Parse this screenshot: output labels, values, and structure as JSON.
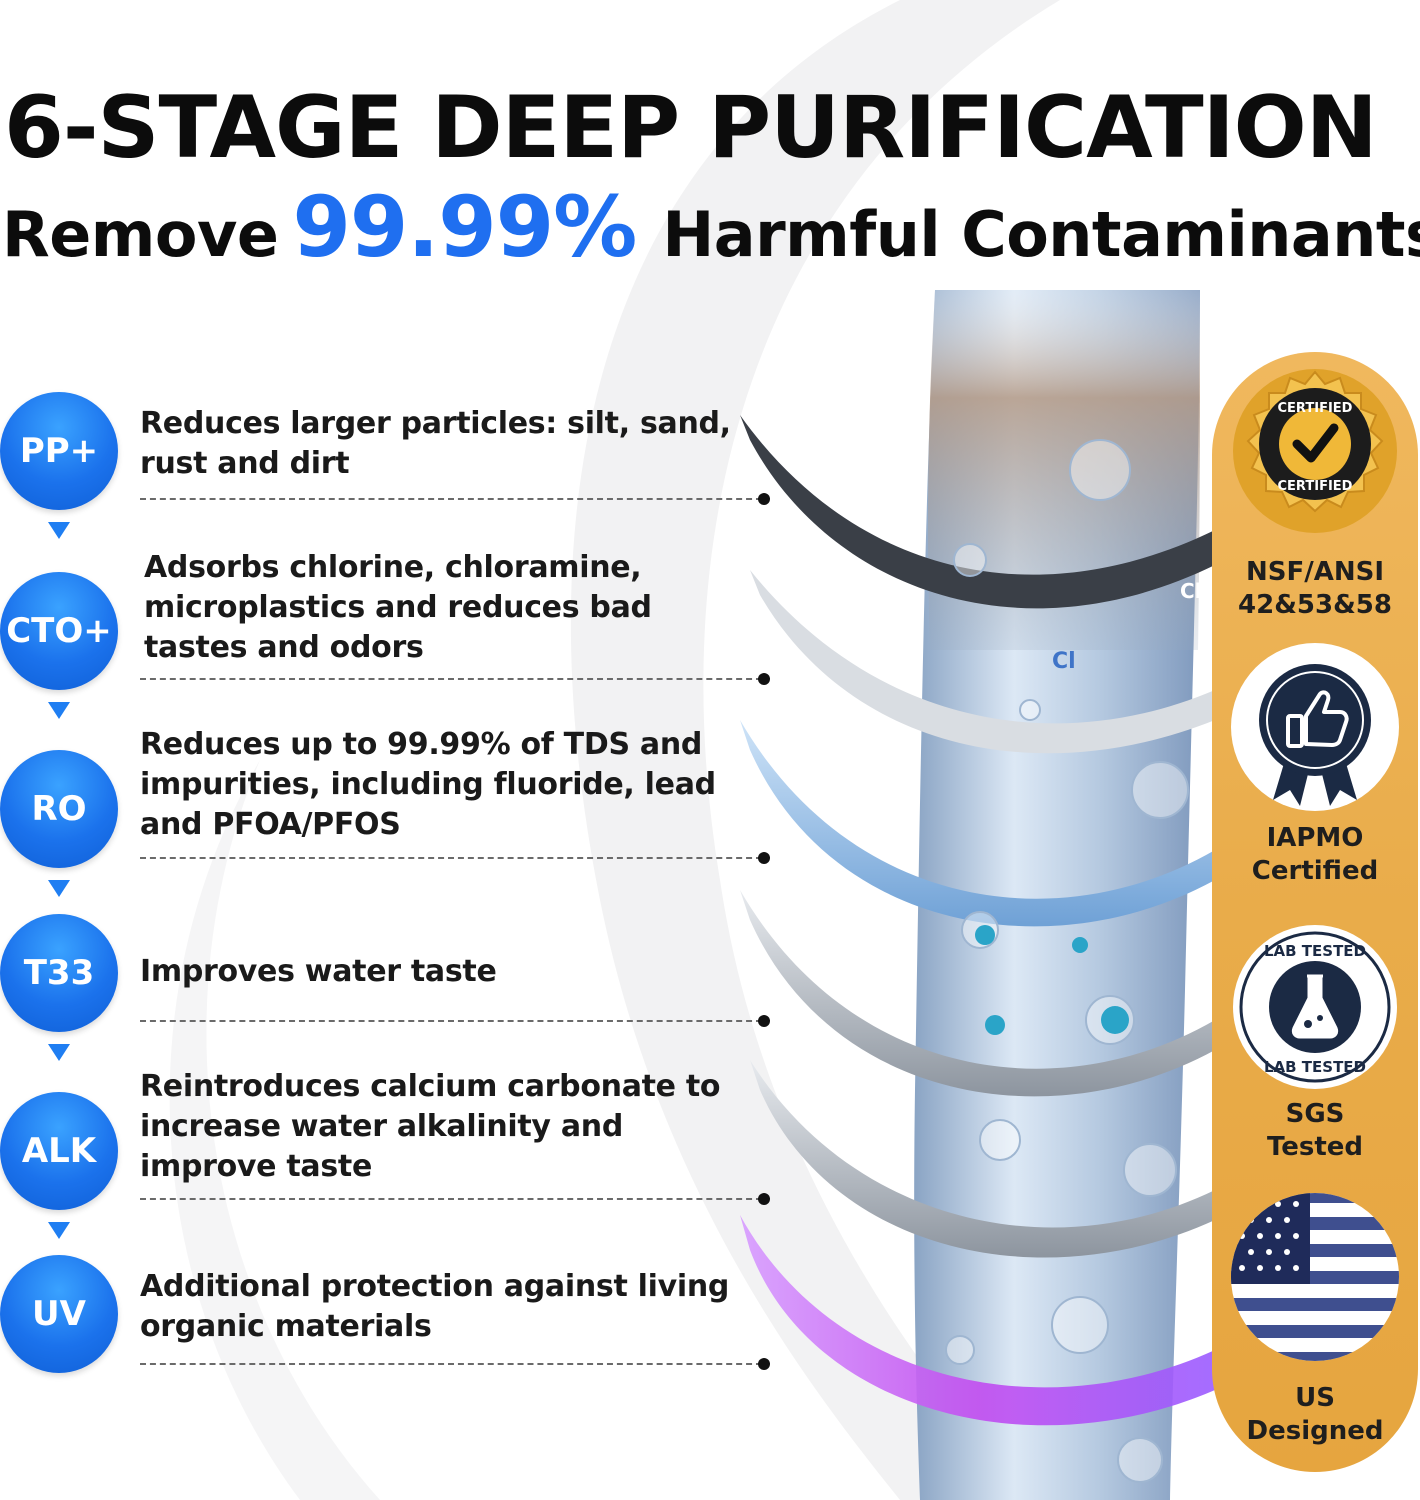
{
  "header": {
    "title": "6-STAGE DEEP PURIFICATION",
    "subtitle_prefix": "Remove",
    "subtitle_highlight": "99.99%",
    "subtitle_suffix": "Harmful Contaminants"
  },
  "colors": {
    "accent_blue": "#1f6ff0",
    "badge_gold": "#e9ac4a",
    "uv_purple": "#c24cf0"
  },
  "stages": [
    {
      "code": "PP+",
      "description": "Reduces larger particles: silt, sand, rust and dirt"
    },
    {
      "code": "CTO+",
      "description": "Adsorbs chlorine, chloramine, microplastics and reduces bad tastes and odors"
    },
    {
      "code": "RO",
      "description": "Reduces up to 99.99% of TDS and impurities, including fluoride, lead and PFOA/PFOS"
    },
    {
      "code": "T33",
      "description": "Improves water taste"
    },
    {
      "code": "ALK",
      "description": "Reintroduces calcium carbonate to increase water alkalinity and improve taste"
    },
    {
      "code": "UV",
      "description": "Additional protection against living organic materials"
    }
  ],
  "certifications": [
    {
      "icon": "certified-seal-icon",
      "seal_text": "CERTIFIED",
      "label_line1": "NSF/ANSI",
      "label_line2": "42&53&58"
    },
    {
      "icon": "thumbs-up-ribbon-icon",
      "label_line1": "IAPMO",
      "label_line2": "Certified"
    },
    {
      "icon": "lab-flask-icon",
      "seal_text": "LAB TESTED",
      "label_line1": "SGS",
      "label_line2": "Tested"
    },
    {
      "icon": "us-flag-icon",
      "label_line1": "US",
      "label_line2": "Designed"
    }
  ],
  "art_labels": {
    "chlorine_1": "Cl",
    "chlorine_2": "Cl"
  }
}
